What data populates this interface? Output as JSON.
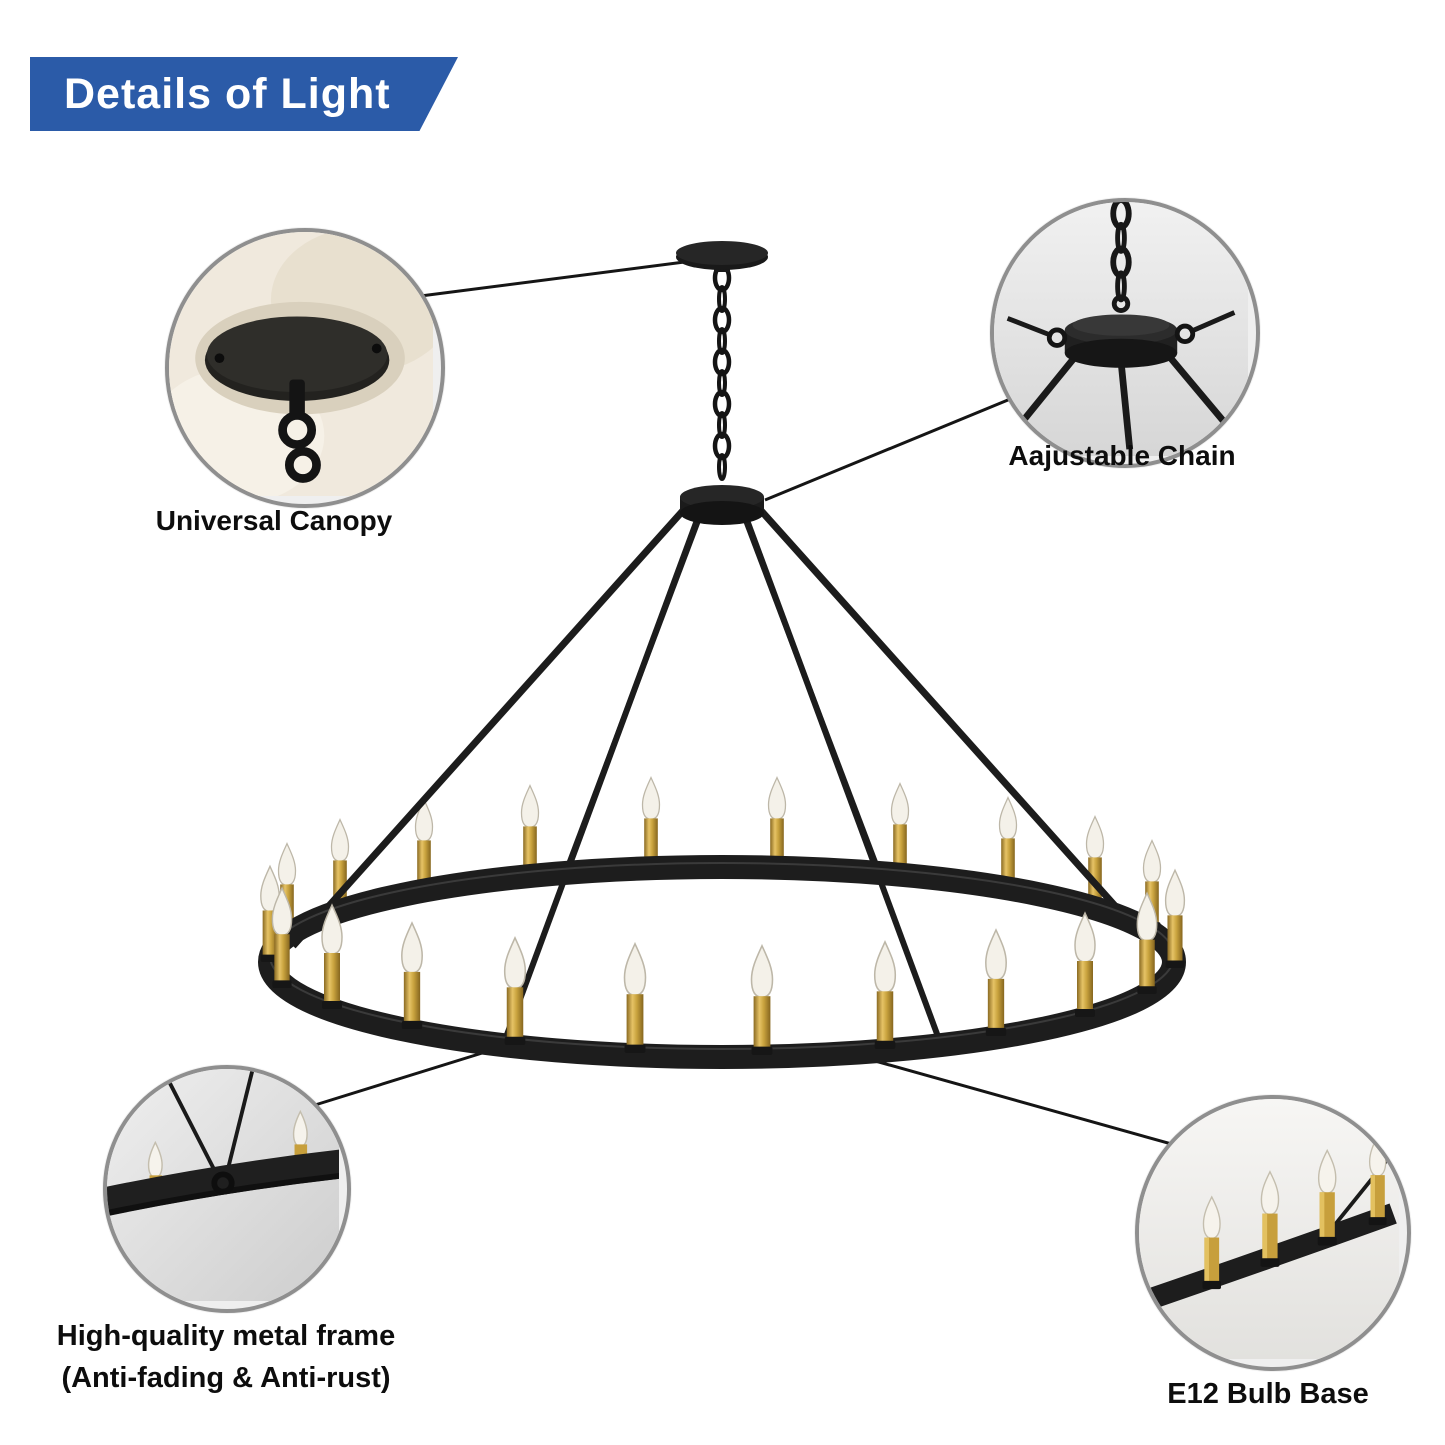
{
  "banner": {
    "title": "Details of Light",
    "bg_color": "#2b5ba8",
    "text_color": "#ffffff"
  },
  "product": {
    "type": "wagon-wheel-chandelier",
    "frame_color": "#1d1d1d",
    "gold_color": "#c9a33e",
    "bulb_color": "#f4f1e9"
  },
  "callouts": [
    {
      "id": "universal-canopy",
      "label": "Universal Canopy"
    },
    {
      "id": "adjustable-chain",
      "label": "Aajustable Chain"
    },
    {
      "id": "metal-frame",
      "label_line1": "High-quality metal frame",
      "label_line2": "(Anti-fading & Anti-rust)"
    },
    {
      "id": "e12-bulb-base",
      "label": "E12 Bulb Base"
    }
  ]
}
